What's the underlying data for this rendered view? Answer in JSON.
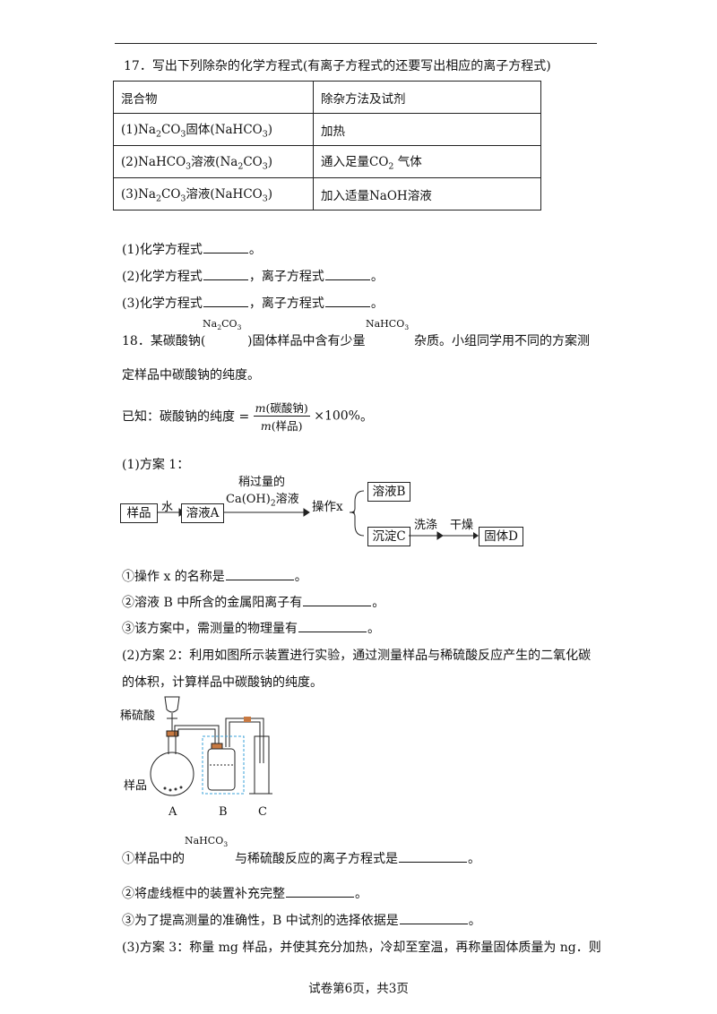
{
  "q17": {
    "title": "17．写出下列除杂的化学方程式(有离子方程式的还要写出相应的离子方程式)",
    "headers": [
      "混合物",
      "除杂方法及试剂"
    ],
    "rows": [
      {
        "mix_pre": "(1)Na",
        "mix_s1": "2",
        "mix_mid": "CO",
        "mix_s2": "3",
        "mix_tail": "固体(NaHCO",
        "mix_s3": "3",
        "mix_end": ")",
        "method": "加热"
      },
      {
        "mix_pre": "(2)NaHCO",
        "mix_s1": "3",
        "mix_mid": "溶液(Na",
        "mix_s2": "2",
        "mix_tail": "CO",
        "mix_s3": "3",
        "mix_end": ")",
        "method_pre": "通入足量CO",
        "method_sub": "2",
        "method_post": " 气体"
      },
      {
        "mix_pre": "(3)Na",
        "mix_s1": "2",
        "mix_mid": "CO",
        "mix_s2": "3",
        "mix_tail": "溶液(NaHCO",
        "mix_s3": "3",
        "mix_end": ")",
        "method": "加入适量NaOH溶液"
      }
    ],
    "line1_a": "(1)化学方程式",
    "line1_b": "。",
    "line2_a": "(2)化学方程式",
    "line2_b": "，离子方程式",
    "line2_c": "。",
    "line3_a": "(3)化学方程式",
    "line3_b": "，离子方程式",
    "line3_c": "。"
  },
  "q18": {
    "intro_a": "18．某碳酸钠(",
    "f1_a": "Na",
    "f1_s": "2",
    "f1_b": "CO",
    "f1_s2": "3",
    "intro_b": ")固体样品中含有少量",
    "f2": "NaHCO",
    "f2_s": "3",
    "intro_c": "杂质。小组同学用不同的方案测",
    "intro_line2": "定样品中碳酸钠的纯度。",
    "known_a": "已知：碳酸钠的纯度 =",
    "num_m": "m",
    "num_txt": "(碳酸钠)",
    "den_m": "m",
    "den_txt": "(样品)",
    "known_b": "×100%",
    "known_c": "。",
    "plan1_label": "(1)方案 1：",
    "flow": {
      "sample": "样品",
      "water": "水",
      "solA": "溶液A",
      "reagent_top": "稍过量的",
      "reagent_pre": "Ca(OH)",
      "reagent_sub": "2",
      "reagent_post": "溶液",
      "opx": "操作x",
      "solB": "溶液B",
      "precC": "沉淀C",
      "wash": "洗涤",
      "dry": "干燥",
      "solidD": "固体D"
    },
    "p1_q1_a": "①操作 x 的名称是",
    "p1_q1_b": "。",
    "p1_q2_a": "②溶液 B 中所含的金属阳离子有",
    "p1_q2_b": "。",
    "p1_q3_a": "③该方案中，需测量的物理量有",
    "p1_q3_b": "。",
    "plan2_l1": "(2)方案 2：利用如图所示装置进行实验，通过测量样品与稀硫酸反应产生的二氧化碳",
    "plan2_l2": "的体积，计算样品中碳酸钠的纯度。",
    "app": {
      "acid": "稀硫酸",
      "sample": "样品",
      "A": "A",
      "B": "B",
      "C": "C"
    },
    "p2_q1_a": "①样品中的",
    "p2_q1_f": "NaHCO",
    "p2_q1_s": "3",
    "p2_q1_b": "与稀硫酸反应的离子方程式是",
    "p2_q1_c": "。",
    "p2_q2_a": "②将虚线框中的装置补充完整",
    "p2_q2_b": "。",
    "p2_q3_a": "③为了提高测量的准确性，B 中试剂的选择依据是",
    "p2_q3_b": "。",
    "plan3": "(3)方案 3：称量 mg 样品，并使其充分加热，冷却至室温，再称量固体质量为 ng．则"
  },
  "footer": "试卷第6页，共3页"
}
